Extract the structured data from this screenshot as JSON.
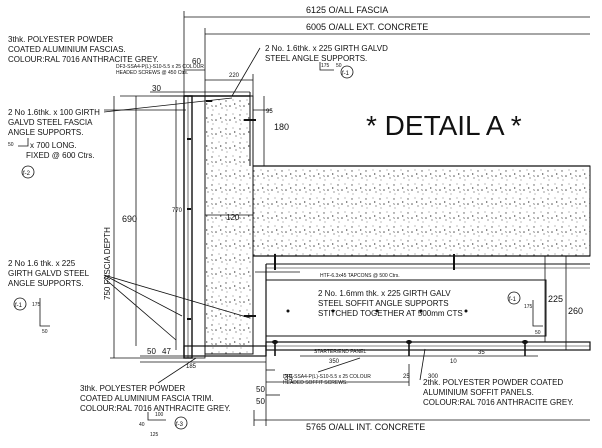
{
  "title": "* DETAIL A *",
  "dimensions": {
    "overall_fascia": "6125 O/ALL FASCIA",
    "overall_ext_concrete": "6005 O/ALL EXT. CONCRETE",
    "overall_int_concrete": "5765 O/ALL INT. CONCRETE",
    "fascia_depth": "750 FASCIA DEPTH",
    "d60": "60",
    "d220": "220",
    "d30": "30",
    "d95": "95",
    "d180": "180",
    "d690": "690",
    "d770": "770",
    "d120": "120",
    "d225": "225",
    "d260": "260",
    "d50a": "50",
    "d47": "47",
    "d185": "185",
    "d35": "35",
    "d50b": "50",
    "d350": "350",
    "d25": "25",
    "d300": "300",
    "d10": "10",
    "d35b": "35",
    "d50c": "50"
  },
  "notes": {
    "fascia_top_left": [
      "3thk. POLYESTER POWDER",
      "COATED ALUMINIUM FASCIAS.",
      "COLOUR:RAL 7016 ANTHRACITE GREY."
    ],
    "screw_note": [
      "DF3-SSA4-P(L)-S10-5.5 x 25 COLOUR",
      "HEADED SCREWS @ 450 Ctrs."
    ],
    "angle_top": [
      "2 No. 1.6thk. x 225 GIRTH GALVD",
      "STEEL ANGLE SUPPORTS."
    ],
    "fascia_angle": [
      "2 No 1.6thk. x 100 GIRTH",
      "GALVD STEEL FASCIA",
      "ANGLE SUPPORTS."
    ],
    "x700": [
      "x 700 LONG.",
      "FIXED @ 600 Ctrs."
    ],
    "angle_mid": [
      "2 No 1.6 thk. x 225",
      "GIRTH GALVD STEEL",
      "ANGLE SUPPORTS."
    ],
    "soffit_angle": [
      "2 No. 1.6mm thk. x 225 GIRTH GALV",
      "STEEL SOFFIT ANGLE SUPPORTS",
      "STITCHED TOGETHER AT 500mm CTS"
    ],
    "tapcons": "HTF-6.3x45 TAPCONS @ 500 Ctrs.",
    "starter": "STARTER/END PANEL",
    "soffit_screw": [
      "DF3-SSA4-P(L)-S10-5.5 x 25 COLOUR",
      "HEADED SOFFIT SCREWS."
    ],
    "trim_note": [
      "3thk. POLYESTER POWDER",
      "COATED ALUMINIUM FASCIA TRIM.",
      "COLOUR:RAL 7016 ANTHRACITE GREY."
    ],
    "soffit_panels": [
      "2thk. POLYESTER POWDER COATED",
      "ALUMINIUM SOFFIT PANELS.",
      "COLOUR:RAL 7016 ANTHRACITE GREY."
    ]
  },
  "tags": {
    "f1a": "f-1",
    "f2": "f-2",
    "f1b": "f-1",
    "f1c": "f-1",
    "f3": "f-3"
  },
  "small_dims": {
    "k175a": "175",
    "k50a": "50",
    "k50b": "50",
    "k175b": "175",
    "k50c": "50",
    "k175c": "175",
    "k50d": "50",
    "k100": "100",
    "k40": "40",
    "k125": "125"
  }
}
